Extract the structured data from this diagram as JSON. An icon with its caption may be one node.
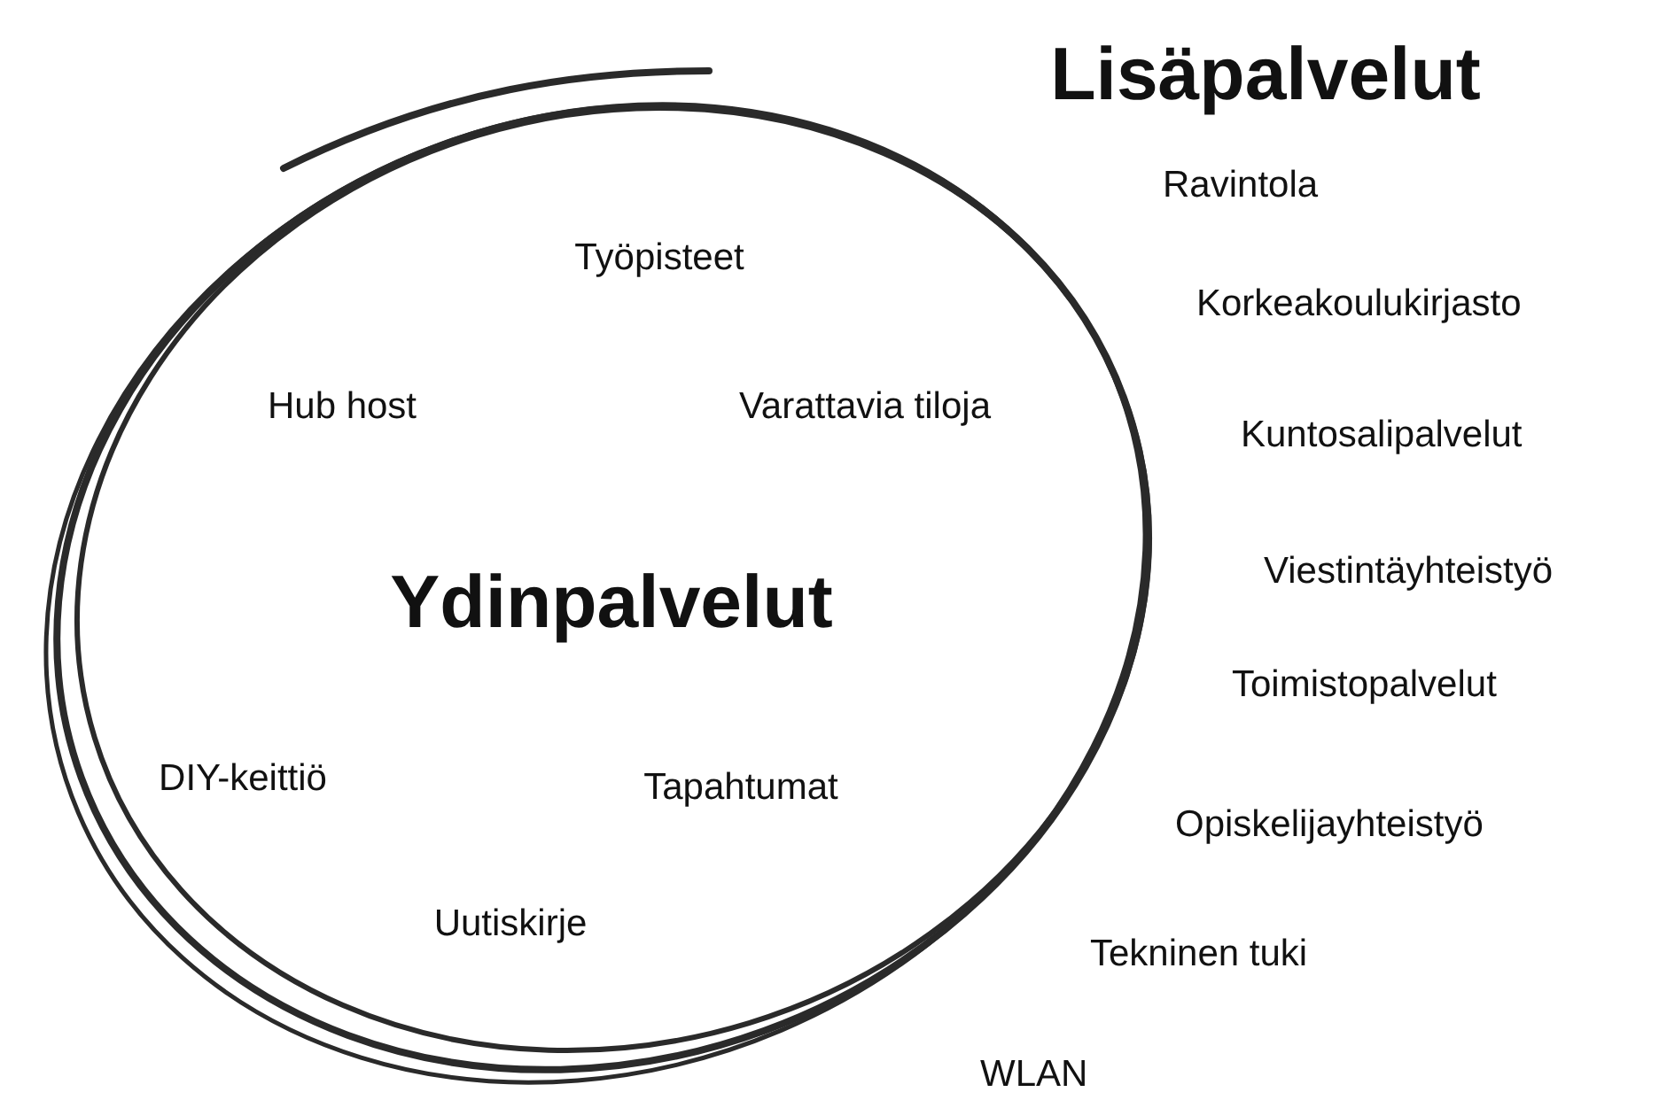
{
  "diagram": {
    "title": "Lisäpalvelut",
    "nodes": [
      {
        "text": [
          "Työpisteet",
          "Hub host",
          "Varattavia tiloja",
          "Ydinpalvelut",
          "DIY-keittiö",
          "Tapahtumat",
          "Uutiskirje"
        ]
      }
    ],
    "edges": [],
    "labels": [
      "Ravintola",
      "Korkeakoulukirjasto",
      "Kuntosalipalvelut",
      "Viestintäyhteistyö",
      "Toimistopalvelut",
      "Opiskelijayhteistyö",
      "Tekninen tuki",
      "WLAN"
    ]
  }
}
